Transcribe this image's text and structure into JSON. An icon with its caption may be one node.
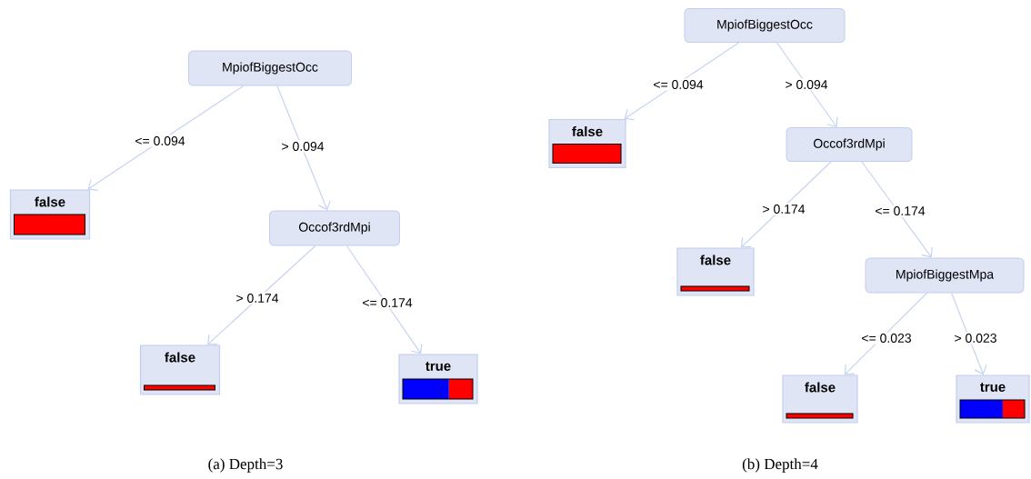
{
  "diagram": {
    "nodes": [
      {
        "text": [
          "MpiofBiggestOcc"
        ]
      },
      {
        "text": [
          "false"
        ]
      },
      {
        "text": [
          "Occof3rdMpi"
        ]
      },
      {
        "text": [
          "false"
        ]
      },
      {
        "text": [
          "true"
        ]
      },
      {
        "text": [
          "MpiofBiggestOcc"
        ]
      },
      {
        "text": [
          "false"
        ]
      },
      {
        "text": [
          "Occof3rdMpi"
        ]
      },
      {
        "text": [
          "false"
        ]
      },
      {
        "text": [
          "MpiofBiggestMpa"
        ]
      },
      {
        "text": [
          "false"
        ]
      },
      {
        "text": [
          "true"
        ]
      }
    ],
    "edges": [
      {
        "from": 0,
        "to": 1,
        "label": "<= 0.094",
        "arrow": "to"
      },
      {
        "from": 0,
        "to": 2,
        "label": "> 0.094",
        "arrow": "to"
      },
      {
        "from": 2,
        "to": 3,
        "label": "> 0.174",
        "arrow": "to"
      },
      {
        "from": 2,
        "to": 4,
        "label": "<= 0.174",
        "arrow": "to"
      },
      {
        "from": 5,
        "to": 6,
        "label": "<= 0.094",
        "arrow": "to"
      },
      {
        "from": 5,
        "to": 7,
        "label": "> 0.094",
        "arrow": "to"
      },
      {
        "from": 7,
        "to": 8,
        "label": "> 0.174",
        "arrow": "to"
      },
      {
        "from": 7,
        "to": 9,
        "label": "<= 0.174",
        "arrow": "to"
      },
      {
        "from": 9,
        "to": 10,
        "label": "<= 0.023",
        "arrow": "to"
      },
      {
        "from": 9,
        "to": 11,
        "label": "> 0.023",
        "arrow": "to"
      }
    ],
    "labels": [
      "(a) Depth=3",
      "(b) Depth=4"
    ]
  }
}
